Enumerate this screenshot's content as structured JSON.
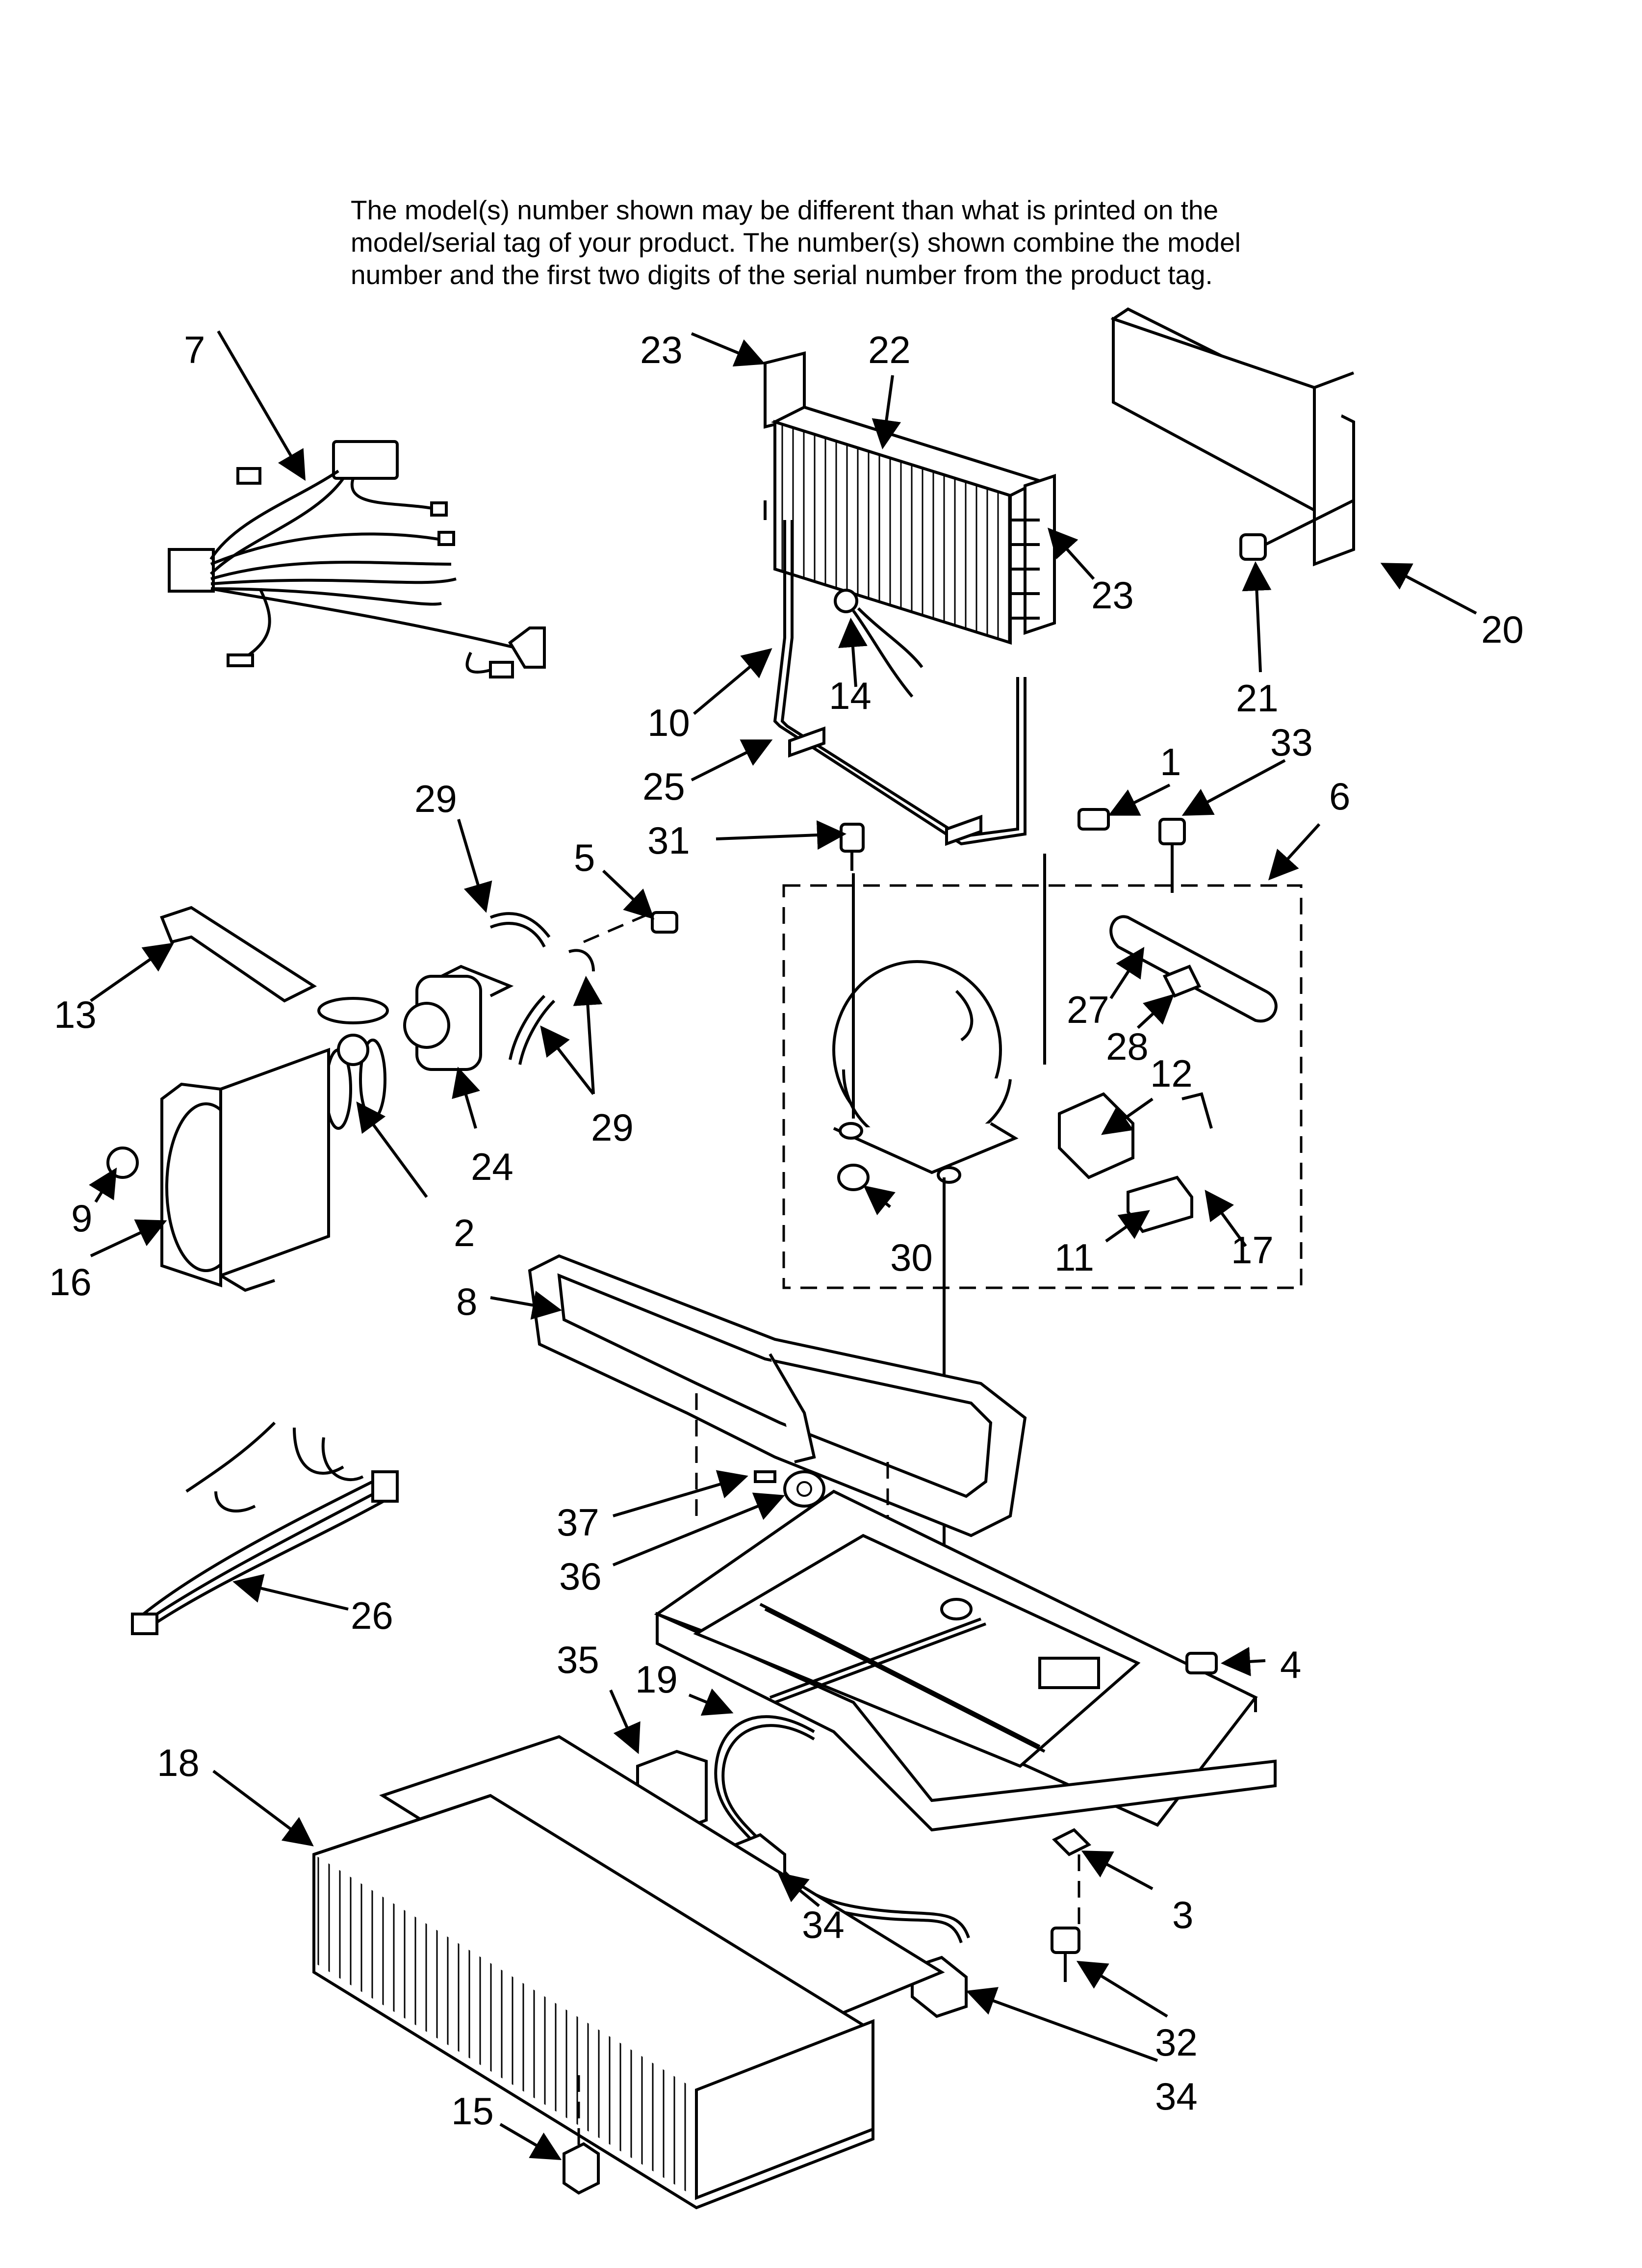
{
  "note": {
    "lines": [
      "The model(s) number shown may be different than what is printed on the",
      "model/serial tag of your product. The number(s) shown combine the model",
      "number and the first two digits of the serial number from the product tag."
    ]
  },
  "callouts": {
    "c1": "1",
    "c2": "2",
    "c3": "3",
    "c4": "4",
    "c5": "5",
    "c6": "6",
    "c7": "7",
    "c8": "8",
    "c9": "9",
    "c10": "10",
    "c11": "11",
    "c12": "12",
    "c13": "13",
    "c14": "14",
    "c15": "15",
    "c16": "16",
    "c17": "17",
    "c18": "18",
    "c19": "19",
    "c20": "20",
    "c21": "21",
    "c22": "22",
    "c23a": "23",
    "c23b": "23",
    "c24": "24",
    "c25": "25",
    "c26": "26",
    "c27": "27",
    "c28": "28",
    "c29a": "29",
    "c29b": "29",
    "c30": "30",
    "c31": "31",
    "c32": "32",
    "c33": "33",
    "c34a": "34",
    "c34b": "34",
    "c35": "35",
    "c36": "36",
    "c37": "37"
  }
}
